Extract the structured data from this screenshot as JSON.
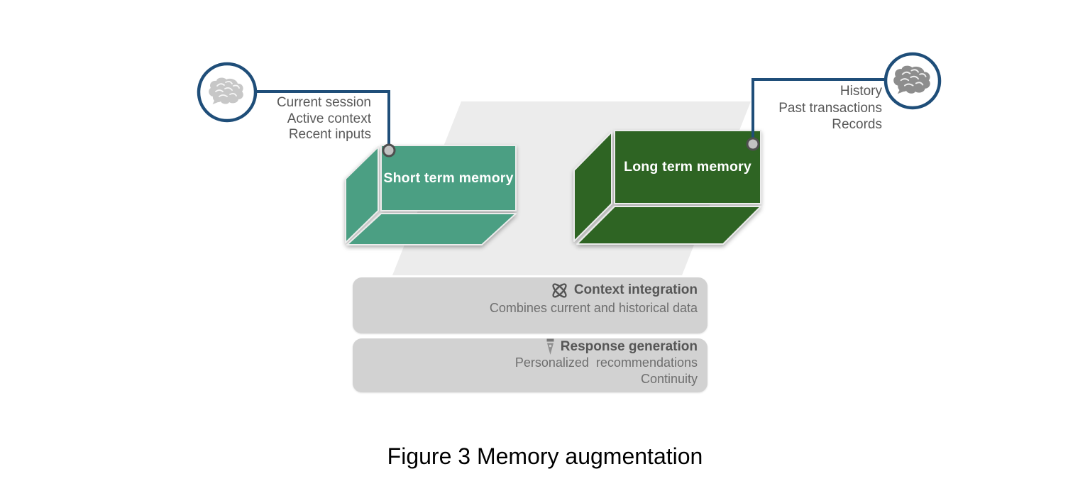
{
  "caption": "Figure 3 Memory augmentation",
  "memories": {
    "short_term": {
      "label": "Short term memory",
      "annotations": [
        "Current session",
        "Active context",
        "Recent inputs"
      ]
    },
    "long_term": {
      "label": "Long term memory",
      "annotations": [
        "History",
        "Past transactions",
        "Records"
      ]
    }
  },
  "processes": [
    {
      "icon": "integration-knot-icon",
      "title": "Context integration",
      "lines": [
        "Combines current and historical data"
      ]
    },
    {
      "icon": "pen-nib-icon",
      "title": "Response generation",
      "lines": [
        "Personalized  recommendations",
        "Continuity"
      ]
    }
  ],
  "icons": [
    "brain-icon",
    "integration-knot-icon",
    "pen-nib-icon",
    "connector-dot"
  ],
  "colors": {
    "backdrop": "#ECECEC",
    "connector": "#1F4E79",
    "ring": "#1F4E79",
    "dot_fill": "#C2C2C2",
    "short_term": "#4B9F83",
    "long_term": "#2E6423",
    "process_box": "#D2D2D2",
    "brain_left": "#C7C7C7",
    "brain_right": "#8D8D8D",
    "annotation_text": "#585858",
    "process_title_text": "#565656",
    "process_body_text": "#6E6E6E"
  }
}
